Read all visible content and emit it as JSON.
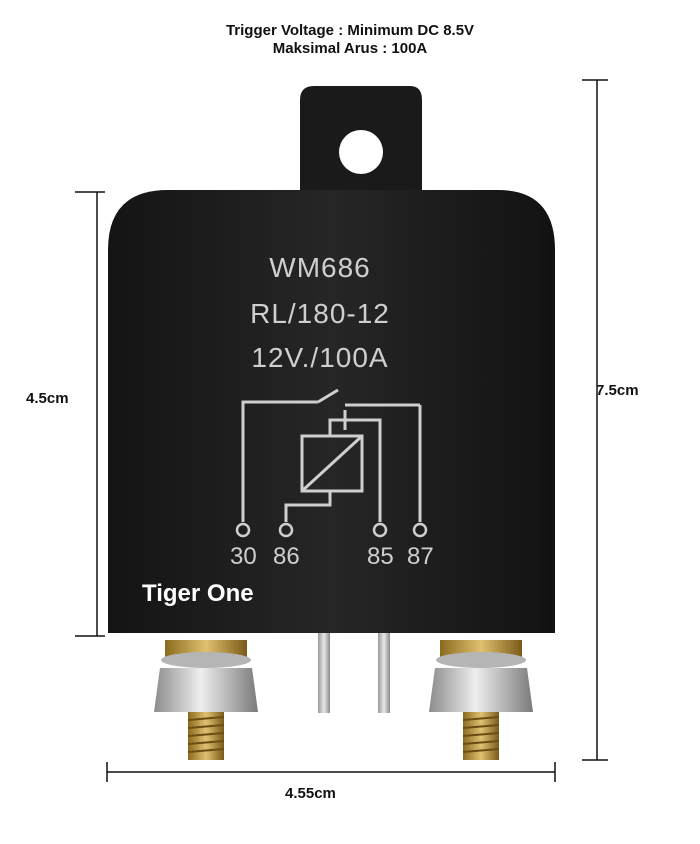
{
  "specs": {
    "line1": "Trigger Voltage : Minimum DC 8.5V",
    "line2": "Maksimal Arus : 100A"
  },
  "dimensions": {
    "height_body": "4.5cm",
    "height_total": "7.5cm",
    "width": "4.55cm"
  },
  "relay": {
    "model": "WM686",
    "code": "RL/180-12",
    "rating": "12V./100A",
    "pins": [
      "30",
      "86",
      "85",
      "87"
    ],
    "brand": "Tiger One",
    "body_color": "#1c1c1c",
    "print_color": "#cfcfcf"
  }
}
